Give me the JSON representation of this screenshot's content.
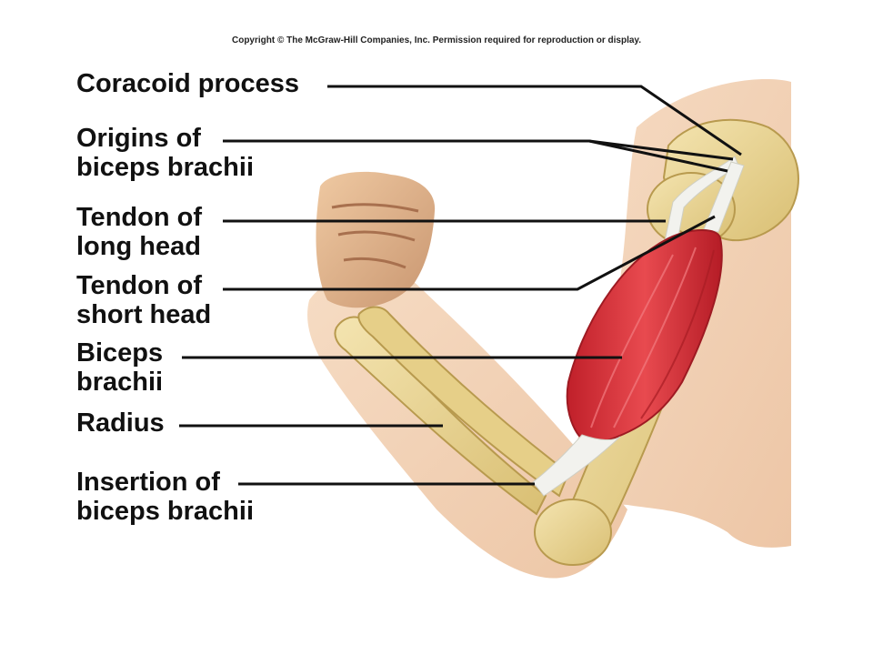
{
  "copyright": "Copyright © The McGraw-Hill Companies, Inc. Permission required for reproduction or display.",
  "labels": [
    {
      "id": "coracoid-process",
      "lines": [
        "Coracoid process"
      ]
    },
    {
      "id": "origins-of-biceps-brachii",
      "lines": [
        "Origins of",
        "biceps brachii"
      ]
    },
    {
      "id": "tendon-of-long-head",
      "lines": [
        "Tendon of",
        "long head"
      ]
    },
    {
      "id": "tendon-of-short-head",
      "lines": [
        "Tendon of",
        "short head"
      ]
    },
    {
      "id": "biceps-brachii",
      "lines": [
        "Biceps",
        "brachii"
      ]
    },
    {
      "id": "radius",
      "lines": [
        "Radius"
      ]
    },
    {
      "id": "insertion-of-biceps-brachii",
      "lines": [
        "Insertion of",
        "biceps brachii"
      ]
    }
  ],
  "colors": {
    "skin": "#f3d3b6",
    "bone": "#ecd89a",
    "muscle": "#d8323a",
    "tendon": "#f2f2ee",
    "leader": "#111111"
  }
}
